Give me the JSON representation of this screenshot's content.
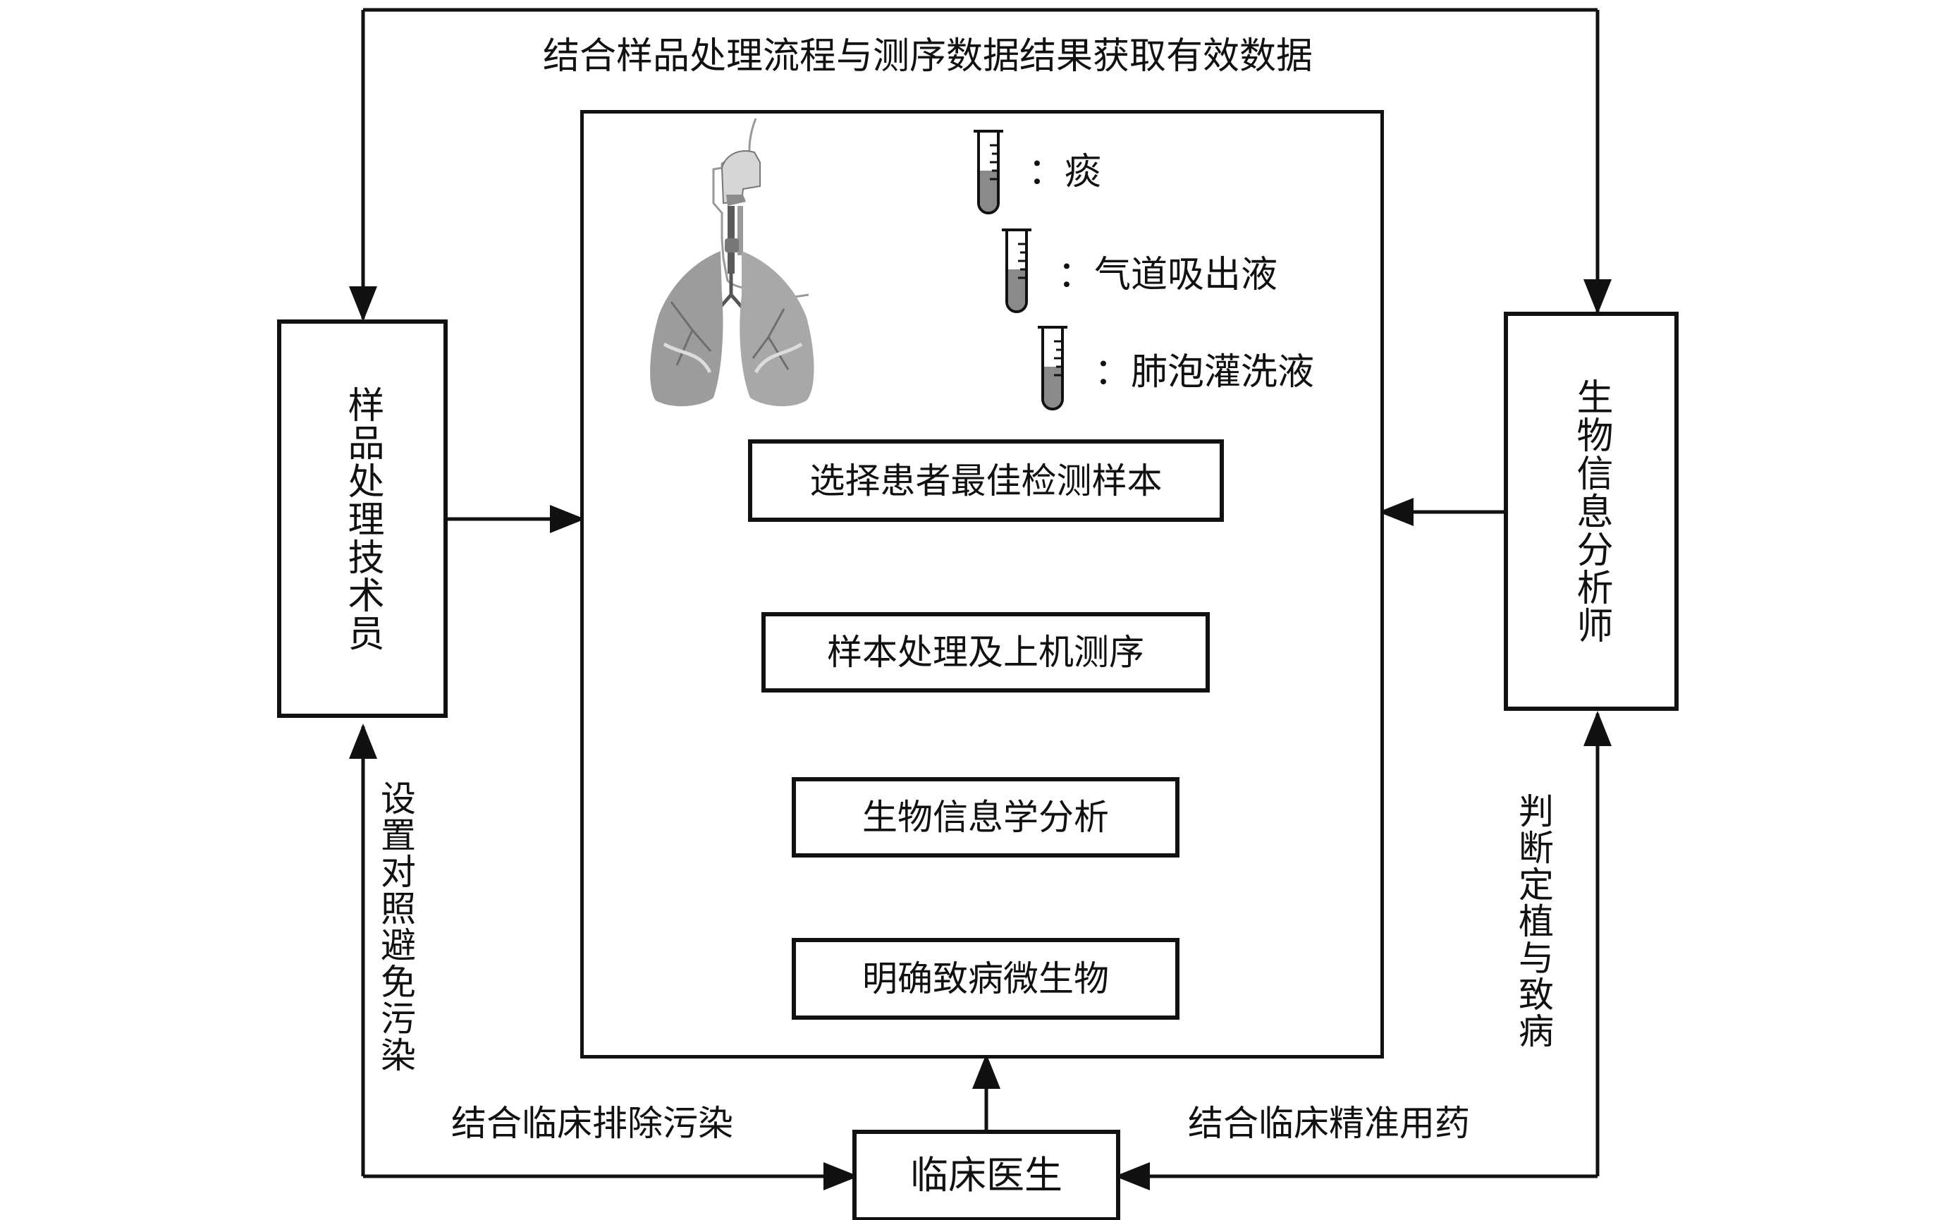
{
  "top_feedback_label": "结合样品处理流程与测序数据结果获取有效数据",
  "roles": {
    "technician": "样品处理技术员",
    "bioinformatician": "生物信息分析师",
    "clinician": "临床医生"
  },
  "samples": [
    {
      "colon": "：",
      "name": "痰"
    },
    {
      "colon": "：",
      "name": "气道吸出液"
    },
    {
      "colon": "：",
      "name": "肺泡灌洗液"
    }
  ],
  "workflow": {
    "step1": "选择患者最佳检测样本",
    "step2": "样本处理及上机测序",
    "step3": "生物信息学分析",
    "step4": "明确致病微生物"
  },
  "side_labels": {
    "left_vertical": "设置对照避免污染",
    "right_vertical": "判断定植与致病",
    "bottom_left": "结合临床排除污染",
    "bottom_right": "结合临床精准用药"
  },
  "icons": {
    "anatomy": "respiratory-tract-lungs-icon",
    "tube": "sample-tube-icon",
    "arrow": "arrow-right-icon"
  },
  "colors": {
    "line": "#111111",
    "fill": "#ffffff"
  }
}
